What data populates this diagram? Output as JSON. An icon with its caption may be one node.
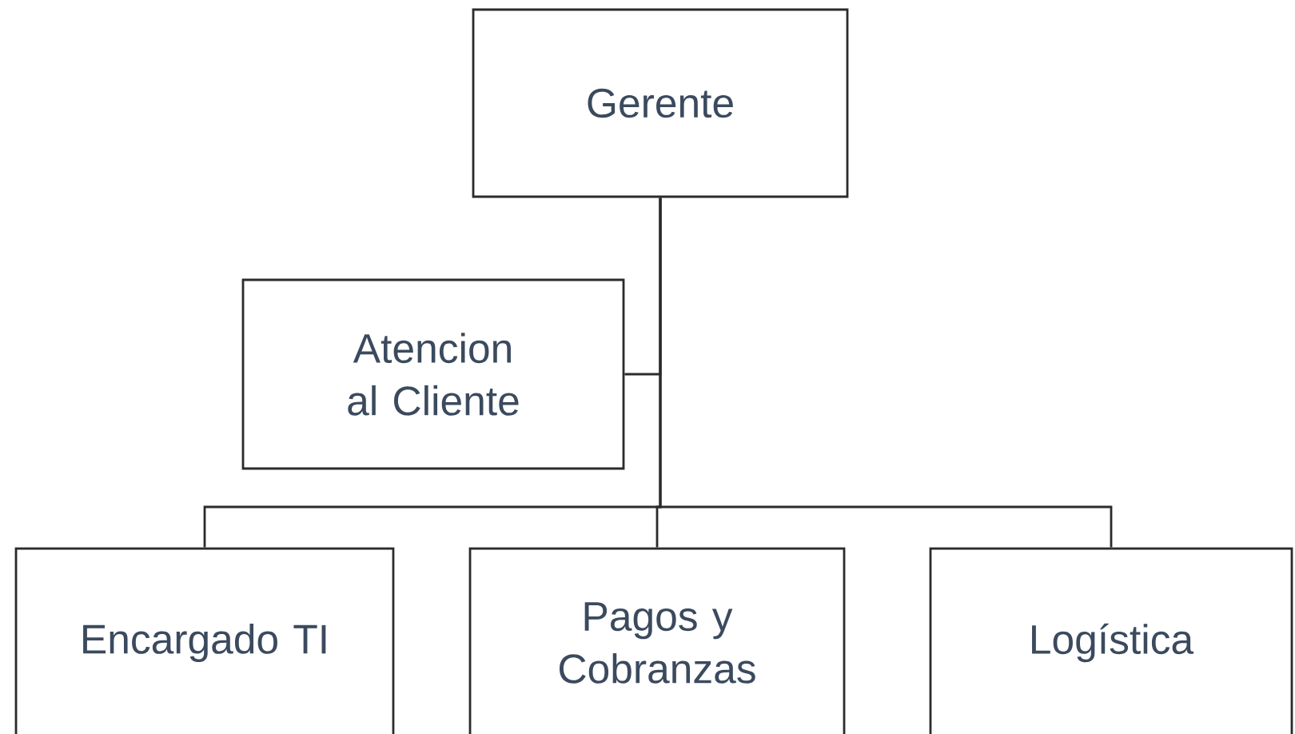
{
  "diagram": {
    "nodes": [
      {
        "text": [
          "Gerente"
        ]
      },
      {
        "text": [
          "Atencion al Cliente"
        ]
      },
      {
        "text": [
          "Encargado TI"
        ]
      },
      {
        "text": [
          "Pagos y Cobranzas"
        ]
      },
      {
        "text": [
          "Logística"
        ]
      }
    ],
    "edges": [
      {
        "from": 0,
        "to": 1,
        "arrow": "none"
      },
      {
        "from": 0,
        "to": 2,
        "arrow": "none"
      },
      {
        "from": 0,
        "to": 3,
        "arrow": "none"
      },
      {
        "from": 0,
        "to": 4,
        "arrow": "none"
      }
    ]
  }
}
